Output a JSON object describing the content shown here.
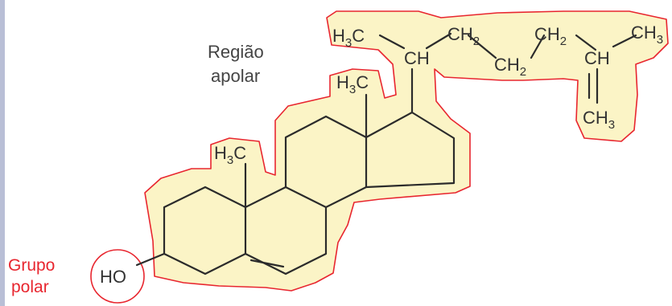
{
  "labels": {
    "region_nonpolar": [
      "Região",
      "apolar"
    ],
    "group_polar": [
      "Grupo",
      "polar"
    ],
    "hydroxyl": "HO",
    "methyl_a": "H3C",
    "methyl_b": "H3C",
    "side_chain": {
      "h3c_left": "H3C",
      "ch_1": "CH",
      "ch2_top_1": "CH2",
      "ch2_bottom": "CH2",
      "ch2_top_2": "CH2",
      "ch_2": "CH",
      "ch3_right": "CH3",
      "ch3_bottom": "CH3"
    }
  },
  "colors": {
    "highlight_fill": "#fbf4c6",
    "highlight_outline": "#e8262f",
    "bond": "#2b2b2b",
    "text": "#333333",
    "polar_text": "#e8262f"
  }
}
